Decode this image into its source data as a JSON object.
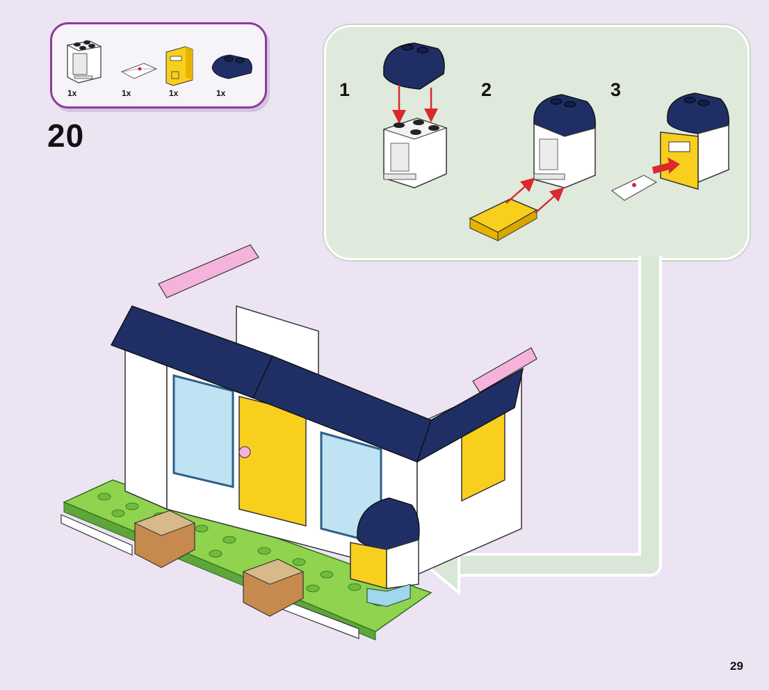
{
  "parts": [
    {
      "icon": "white-frame-brick-icon",
      "qty": "1x"
    },
    {
      "icon": "envelope-tile-icon",
      "qty": "1x"
    },
    {
      "icon": "yellow-mailbox-door-icon",
      "qty": "1x"
    },
    {
      "icon": "dark-blue-curved-slope-icon",
      "qty": "1x"
    }
  ],
  "step_number": "20",
  "substeps": [
    "1",
    "2",
    "3"
  ],
  "page_number": "29",
  "colors": {
    "background": "#ece4f2",
    "parts_border": "#8b3b9a",
    "callout_fill": "#dfe9dc",
    "dark_blue": "#1f2f66",
    "yellow": "#f9cf1e",
    "pink": "#f5b3dc",
    "green_plate": "#8fd34e",
    "arrow_red": "#d9282f"
  }
}
